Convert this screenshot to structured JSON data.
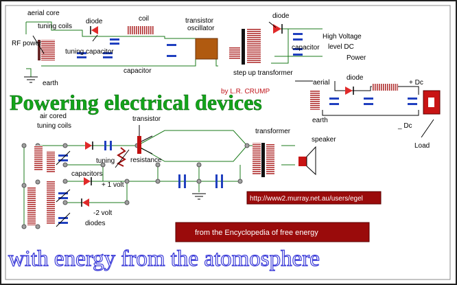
{
  "title": "Powering electrical devices",
  "subtitle": "with energy from the atomosphere",
  "author": "by L.R. CRUMP",
  "url_banner": "http://www2.murray.net.au/users/egel",
  "encyclopedia_banner": "from  the Encyclopedia of free energy",
  "labels": {
    "aerial_core": "aerial  core",
    "tuning_coils": "tuning coils",
    "diode_top": "diode",
    "coil": "coil",
    "transistor_oscillator_1": "transistor",
    "transistor_oscillator_2": "oscillator",
    "diode_hv": "diode",
    "high_voltage_1": "High Voltage",
    "high_voltage_2": "level DC",
    "high_voltage_3": "Power",
    "rf_power": "RF power",
    "tuning_capacitor": "tuning capacitor",
    "capacitor_hv": "capacitor",
    "capacitor_bottom": "capacitor",
    "step_up_transformer": "step  up transformer",
    "earth_top": "earth",
    "aerial_right": "aerial",
    "diode_right": "diode",
    "plus_dc": "+ Dc",
    "minus_dc": "_ Dc",
    "earth_right": "earth",
    "load": "Load",
    "air_cored_1": "air cored",
    "air_cored_2": "tuning coils",
    "transistor_bottom": "transistor",
    "transformer": "transformer",
    "speaker": "speaker",
    "tuning": "tuning",
    "resistance": "resistance",
    "capacitors": "capacitors",
    "plus_one_volt": "+ 1 volt",
    "minus_two_volt": "-2 volt",
    "diodes": "diodes"
  },
  "colors": {
    "title_green": "#13a51a",
    "subtitle_blue": "#3a3ad8",
    "wire_green": "#1a7a1a",
    "coil_red": "#b03030",
    "capacitor_blue": "#1f3fbf",
    "diode_red": "#e02a2a",
    "banner_red": "#9a0b0b",
    "oscillator_brown": "#b05a10"
  }
}
